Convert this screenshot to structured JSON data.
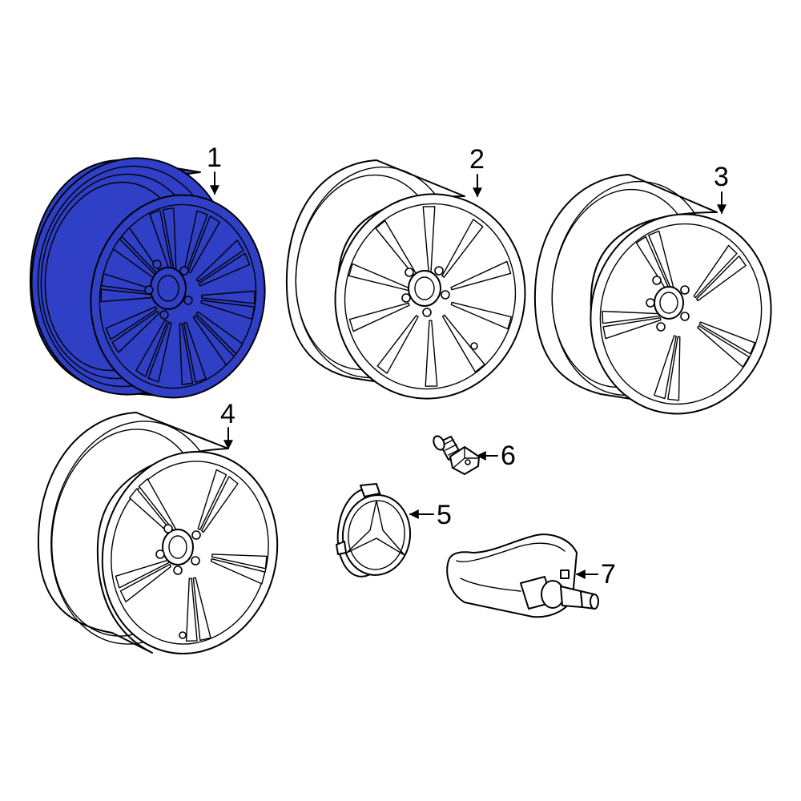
{
  "diagram": {
    "highlight_color": "#2f3fc6",
    "line_color": "#000000",
    "background": "#ffffff",
    "callouts": [
      {
        "id": "1",
        "label": "1"
      },
      {
        "id": "2",
        "label": "2"
      },
      {
        "id": "3",
        "label": "3"
      },
      {
        "id": "4",
        "label": "4"
      },
      {
        "id": "5",
        "label": "5"
      },
      {
        "id": "6",
        "label": "6"
      },
      {
        "id": "7",
        "label": "7"
      }
    ],
    "parts": [
      {
        "id": "1",
        "icon": "wheel-multi-spoke-icon",
        "highlighted": true
      },
      {
        "id": "2",
        "icon": "wheel-split-spoke-icon",
        "highlighted": false
      },
      {
        "id": "3",
        "icon": "wheel-twin-spoke-icon",
        "highlighted": false
      },
      {
        "id": "4",
        "icon": "wheel-star-spoke-icon",
        "highlighted": false
      },
      {
        "id": "5",
        "icon": "center-cap-star-icon",
        "highlighted": false
      },
      {
        "id": "6",
        "icon": "wheel-bolt-icon",
        "highlighted": false
      },
      {
        "id": "7",
        "icon": "tpms-sensor-icon",
        "highlighted": false
      }
    ]
  }
}
